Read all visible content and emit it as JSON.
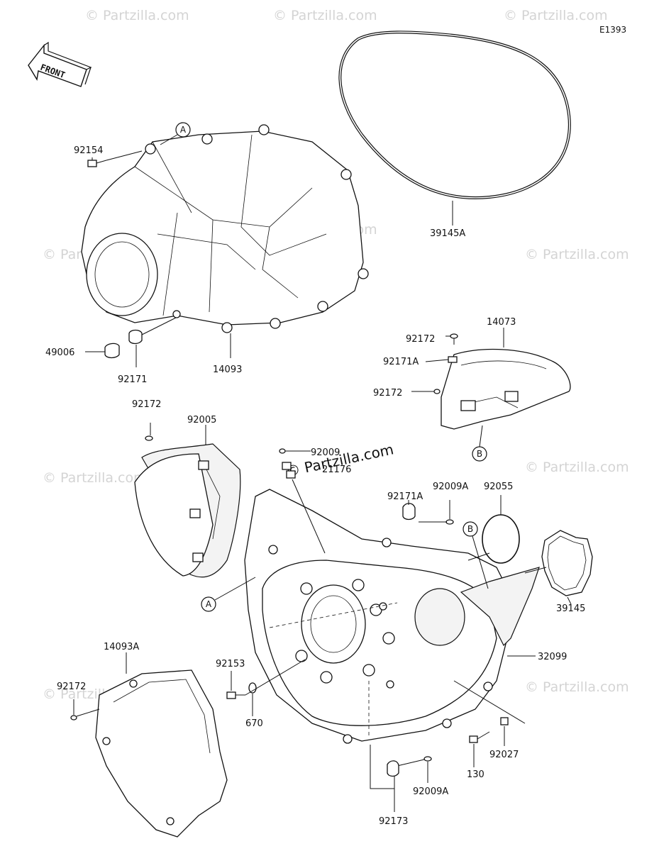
{
  "diagram_code": "E1393",
  "front_label": "FRONT",
  "watermark": "© Partzilla.com",
  "callouts": {
    "a_upper": "A",
    "a_lower": "A",
    "b_upper": "B",
    "b_lower": "B"
  },
  "parts": {
    "p92154": "92154",
    "p39145A": "39145A",
    "p49006": "49006",
    "p92171": "92171",
    "p14093": "14093",
    "p92172_top": "92172",
    "p14073": "14073",
    "p92171A_top": "92171A",
    "p92172_mid": "92172",
    "p92172_left": "92172",
    "p92005": "92005",
    "p92009": "92009",
    "p21176": "21176",
    "p92171A_mid": "92171A",
    "p92009A_top": "92009A",
    "p92055": "92055",
    "p39145": "39145",
    "p14093A": "14093A",
    "p92153": "92153",
    "p32099": "32099",
    "p92172_bottom": "92172",
    "p670": "670",
    "p92027": "92027",
    "p130": "130",
    "p92009A_bottom": "92009A",
    "p92173": "92173"
  }
}
